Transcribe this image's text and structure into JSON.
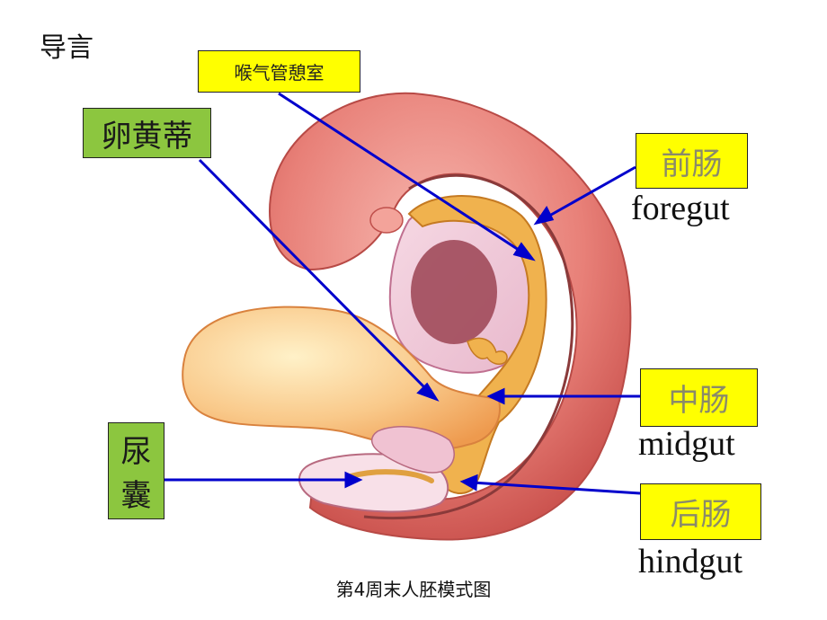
{
  "slide": {
    "title": "导言"
  },
  "labels": {
    "laryngotracheal": "喉气管憩室",
    "yolk_stalk": "卵黄蒂",
    "foregut_cn": "前肠",
    "foregut_en": "foregut",
    "midgut_cn": "中肠",
    "midgut_en": "midgut",
    "hindgut_cn": "后肠",
    "hindgut_en": "hindgut",
    "allantois_1": "尿",
    "allantois_2": "囊"
  },
  "caption": "第4周末人胚模式图",
  "colors": {
    "label_yellow": "#ffff00",
    "label_green": "#8cc63f",
    "arrow": "#0000cc"
  }
}
